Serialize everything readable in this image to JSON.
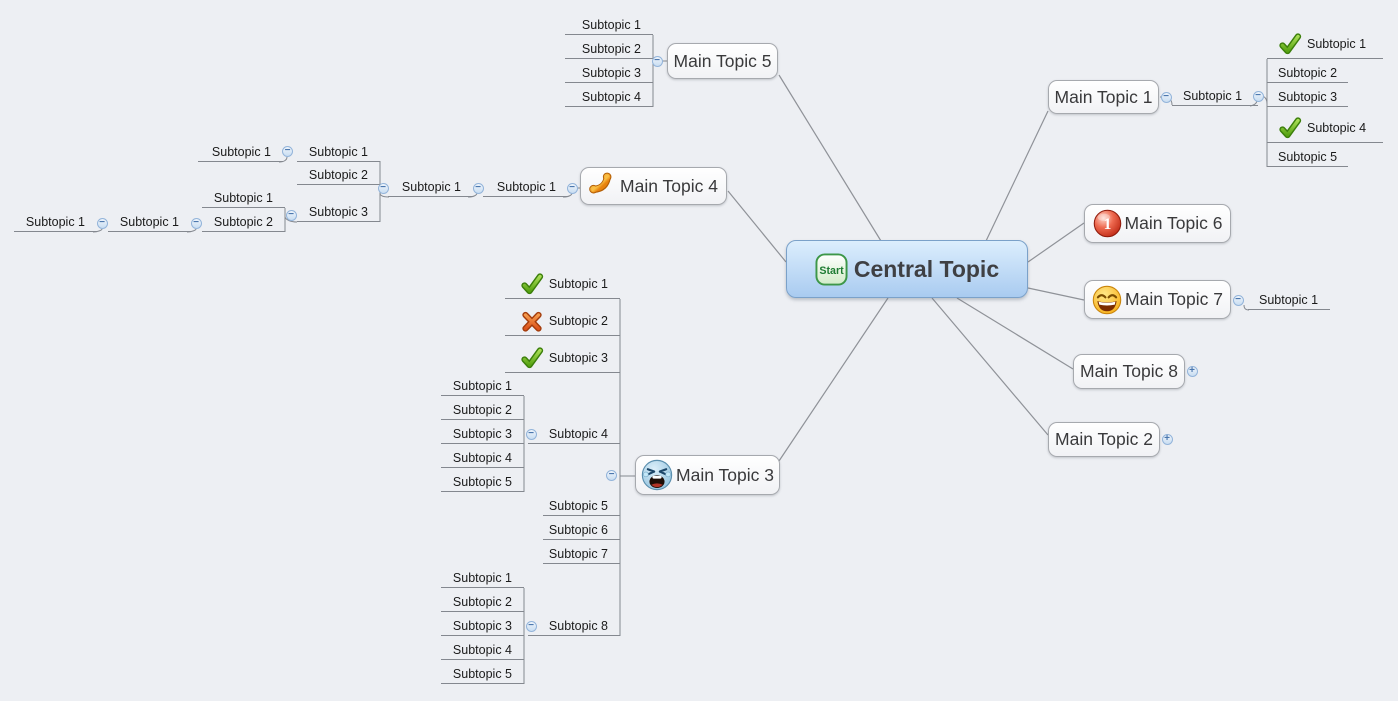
{
  "app": {
    "background": "#edeff3",
    "colors": {
      "central_fill_top": "#dceefd",
      "central_fill_bottom": "#a9cbf0",
      "central_border": "#7ba1c9",
      "topic_border": "#a6a9ae",
      "connector_line": "#8f9298",
      "subtopic_underline": "#84888f",
      "collapse_badge_border": "#93b4da",
      "check_green": "#57a312",
      "cross_orange": "#dd541c",
      "priority_red": "#bb2410",
      "phone_orange": "#e8820e"
    },
    "collapse_minus_glyph": "−",
    "collapse_plus_glyph": "+"
  },
  "mindmap": {
    "central": {
      "id": "central",
      "label": "Central Topic",
      "marker": "start-flag",
      "marker_label": "Start"
    },
    "branches": [
      {
        "id": "mt1",
        "label": "Main Topic 1",
        "collapse": "minus",
        "children": [
          {
            "id": "mt1s1",
            "label": "Subtopic 1",
            "collapse": "minus",
            "children": [
              {
                "id": "mt1c1",
                "label": "Subtopic 1",
                "marker": "check"
              },
              {
                "id": "mt1c2",
                "label": "Subtopic 2"
              },
              {
                "id": "mt1c3",
                "label": "Subtopic 3"
              },
              {
                "id": "mt1c4",
                "label": "Subtopic 4",
                "marker": "check"
              },
              {
                "id": "mt1c5",
                "label": "Subtopic 5"
              }
            ]
          }
        ]
      },
      {
        "id": "mt6",
        "label": "Main Topic 6",
        "marker": "priority-1"
      },
      {
        "id": "mt7",
        "label": "Main Topic 7",
        "marker": "laugh",
        "collapse": "minus",
        "children": [
          {
            "id": "mt7s1",
            "label": "Subtopic 1"
          }
        ]
      },
      {
        "id": "mt8",
        "label": "Main Topic 8",
        "collapse": "plus"
      },
      {
        "id": "mt2",
        "label": "Main Topic 2",
        "collapse": "plus"
      },
      {
        "id": "mt3",
        "label": "Main Topic 3",
        "marker": "cry",
        "collapse": "minus",
        "children": [
          {
            "id": "mt3s1",
            "label": "Subtopic 1",
            "marker": "check"
          },
          {
            "id": "mt3s2",
            "label": "Subtopic 2",
            "marker": "cross"
          },
          {
            "id": "mt3s3",
            "label": "Subtopic 3",
            "marker": "check"
          },
          {
            "id": "mt3s4",
            "label": "Subtopic 4",
            "collapse": "minus",
            "children": [
              {
                "id": "s4c1",
                "label": "Subtopic 1"
              },
              {
                "id": "s4c2",
                "label": "Subtopic 2"
              },
              {
                "id": "s4c3",
                "label": "Subtopic 3"
              },
              {
                "id": "s4c4",
                "label": "Subtopic 4"
              },
              {
                "id": "s4c5",
                "label": "Subtopic 5"
              }
            ]
          },
          {
            "id": "mt3s5",
            "label": "Subtopic 5"
          },
          {
            "id": "mt3s6",
            "label": "Subtopic 6"
          },
          {
            "id": "mt3s7",
            "label": "Subtopic 7"
          },
          {
            "id": "mt3s8",
            "label": "Subtopic 8",
            "collapse": "minus",
            "children": [
              {
                "id": "s8c1",
                "label": "Subtopic 1"
              },
              {
                "id": "s8c2",
                "label": "Subtopic 2"
              },
              {
                "id": "s8c3",
                "label": "Subtopic 3"
              },
              {
                "id": "s8c4",
                "label": "Subtopic 4"
              },
              {
                "id": "s8c5",
                "label": "Subtopic 5"
              }
            ]
          }
        ]
      },
      {
        "id": "mt4",
        "label": "Main Topic 4",
        "marker": "phone",
        "collapse": "minus",
        "children": [
          {
            "id": "mt4s1",
            "label": "Subtopic 1",
            "collapse": "minus",
            "children": [
              {
                "id": "mt4s1s1",
                "label": "Subtopic 1",
                "collapse": "minus",
                "children": [
                  {
                    "id": "r1",
                    "label": "Subtopic 1",
                    "collapse": "minus",
                    "children": [
                      {
                        "id": "r1c",
                        "label": "Subtopic 1"
                      }
                    ]
                  },
                  {
                    "id": "r2",
                    "label": "Subtopic 2"
                  },
                  {
                    "id": "r3",
                    "label": "Subtopic 3",
                    "collapse": "minus",
                    "children": [
                      {
                        "id": "r3c1",
                        "label": "Subtopic 1"
                      },
                      {
                        "id": "r3c2",
                        "label": "Subtopic 2",
                        "collapse": "minus",
                        "children": [
                          {
                            "id": "r3c2c",
                            "label": "Subtopic 1",
                            "collapse": "minus",
                            "children": [
                              {
                                "id": "r3c2cc",
                                "label": "Subtopic 1"
                              }
                            ]
                          }
                        ]
                      }
                    ]
                  }
                ]
              }
            ]
          }
        ]
      },
      {
        "id": "mt5",
        "label": "Main Topic 5",
        "collapse": "minus",
        "children": [
          {
            "id": "mt5s1",
            "label": "Subtopic 1"
          },
          {
            "id": "mt5s2",
            "label": "Subtopic 2"
          },
          {
            "id": "mt5s3",
            "label": "Subtopic 3"
          },
          {
            "id": "mt5s4",
            "label": "Subtopic 4"
          }
        ]
      }
    ]
  }
}
